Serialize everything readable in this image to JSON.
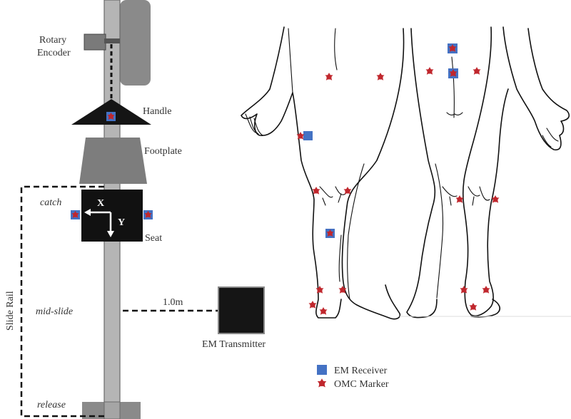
{
  "colors": {
    "em_receiver": "#4472c4",
    "omc_marker": "#c0272d",
    "rail": "#b5b5b5",
    "encoder": "#8a8a8a",
    "seat": "#111111"
  },
  "labels": {
    "rotary_encoder_line1": "Rotary",
    "rotary_encoder_line2": "Encoder",
    "handle": "Handle",
    "footplate": "Footplate",
    "catch": "catch",
    "seat": "Seat",
    "axis_x": "X",
    "axis_y": "Y",
    "slide_rail": "Slide Rail",
    "mid_slide": "mid-slide",
    "release": "release",
    "distance": "1.0m",
    "em_transmitter": "EM Transmitter"
  },
  "legend": {
    "em_receiver": "EM Receiver",
    "omc_marker": "OMC Marker"
  }
}
